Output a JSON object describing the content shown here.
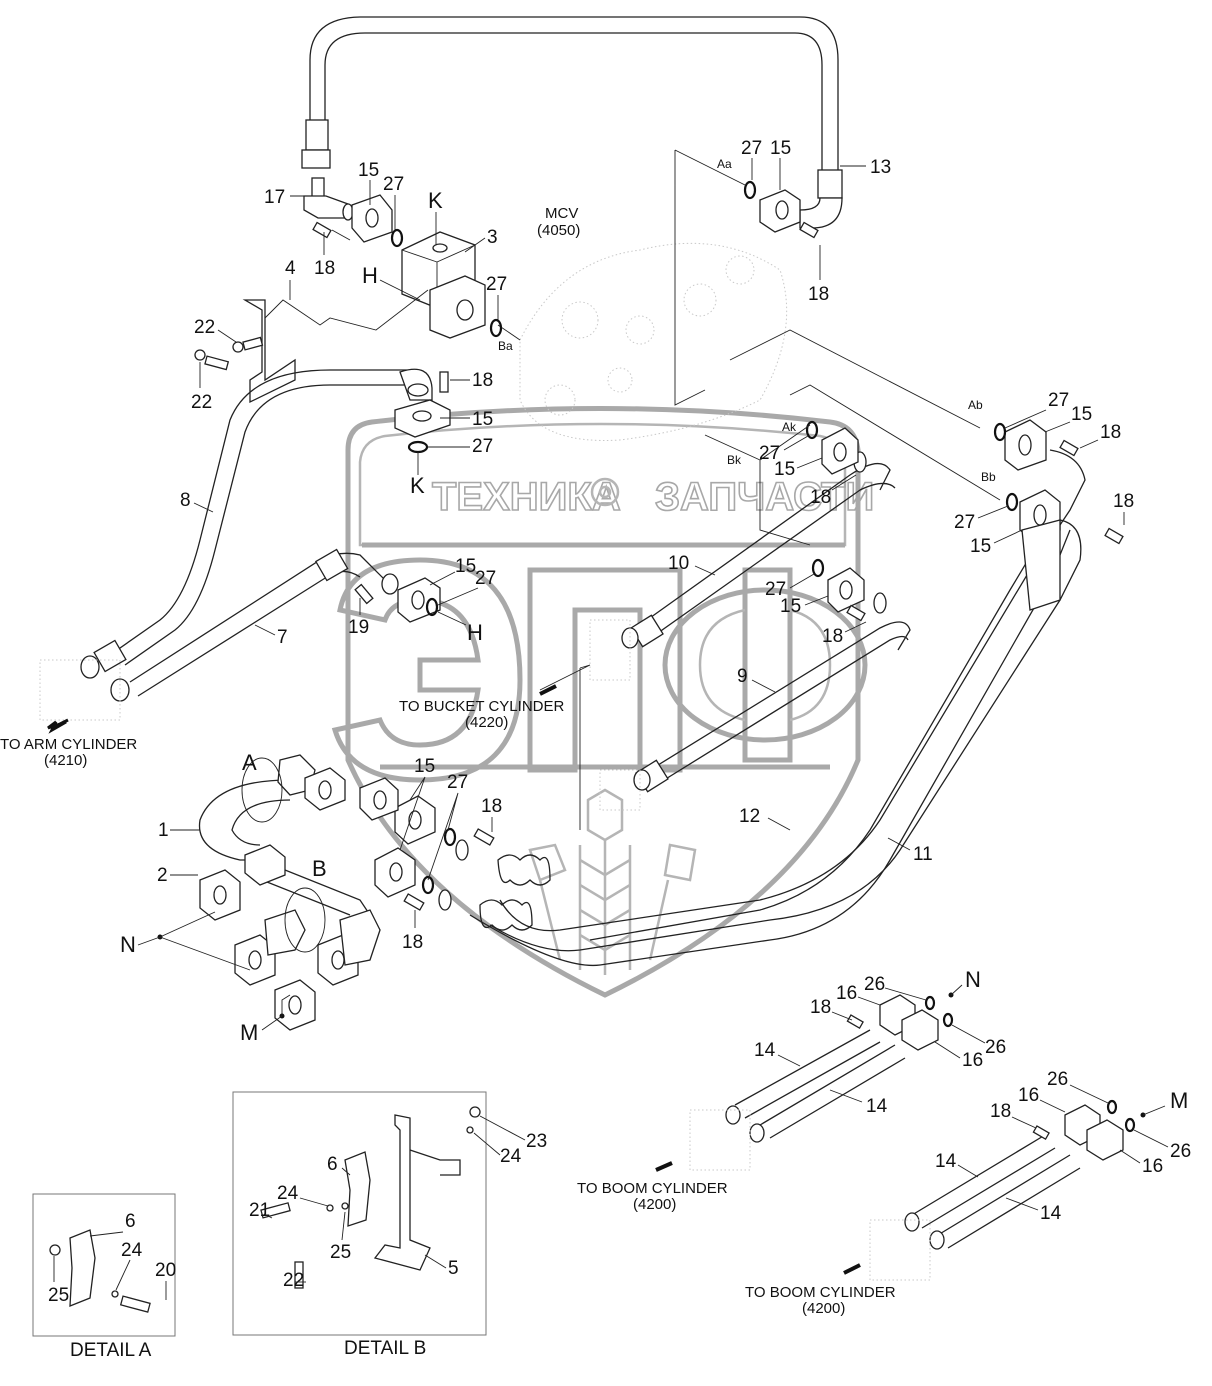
{
  "diagram": {
    "title": "Hydraulic piping — boom, arm and bucket cylinder lines",
    "watermark": {
      "text_left": "ТЕХНИКА",
      "text_right": "ЗАПЧАСТИ",
      "logo_letters": "ЭПФ"
    },
    "component_labels": {
      "mcv": "MCV",
      "mcv_code": "(4050)"
    },
    "destinations": [
      {
        "id": "arm",
        "label": "TO ARM CYLINDER",
        "code": "(4210)"
      },
      {
        "id": "bucket",
        "label": "TO BUCKET CYLINDER",
        "code": "(4220)"
      },
      {
        "id": "boom1",
        "label": "TO BOOM CYLINDER",
        "code": "(4200)"
      },
      {
        "id": "boom2",
        "label": "TO BOOM CYLINDER",
        "code": "(4200)"
      }
    ],
    "port_labels": [
      "Aa",
      "Ba",
      "Ab",
      "Bb",
      "Ak",
      "Bk"
    ],
    "reference_letters": [
      "K",
      "H",
      "A",
      "B",
      "N",
      "M"
    ],
    "details": [
      {
        "id": "A",
        "title": "DETAIL A",
        "parts": [
          "6",
          "24",
          "20",
          "25"
        ]
      },
      {
        "id": "B",
        "title": "DETAIL B",
        "parts": [
          "6",
          "24",
          "21",
          "25",
          "22",
          "5",
          "24",
          "23"
        ]
      }
    ],
    "callouts": {
      "p1": "1",
      "p2": "2",
      "p3": "3",
      "p4": "4",
      "p5": "5",
      "p6": "6",
      "p7": "7",
      "p8": "8",
      "p9": "9",
      "p10": "10",
      "p11": "11",
      "p12": "12",
      "p13": "13",
      "p14": "14",
      "p15": "15",
      "p16": "16",
      "p17": "17",
      "p18": "18",
      "p19": "19",
      "p20": "20",
      "p21": "21",
      "p22": "22",
      "p23": "23",
      "p24": "24",
      "p25": "25",
      "p26": "26",
      "p27": "27"
    }
  }
}
